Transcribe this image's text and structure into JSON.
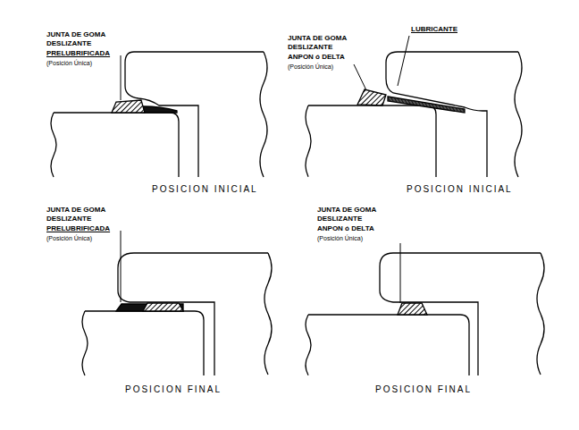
{
  "diagram": {
    "labels": [
      "JUNTA DE GOMA DESLIZANTE",
      "PRELUBRIFICADA",
      "(Posición Única)",
      "POSICION INICIAL",
      "LUBRICANTE",
      "JUNTA DE GOMA DESLIZANTE",
      "ANPON ó DELTA",
      "(Posición Única)",
      "POSICION INICIAL",
      "JUNTA DE GOMA DESLIZANTE",
      "PRELUBRIFICADA",
      "(Posición Única)",
      "POSICION FINAL",
      "JUNTA DE GOMA DESLIZANTE",
      "ANPON ó DELTA",
      "(Posición Única)",
      "POSICION FINAL"
    ]
  }
}
